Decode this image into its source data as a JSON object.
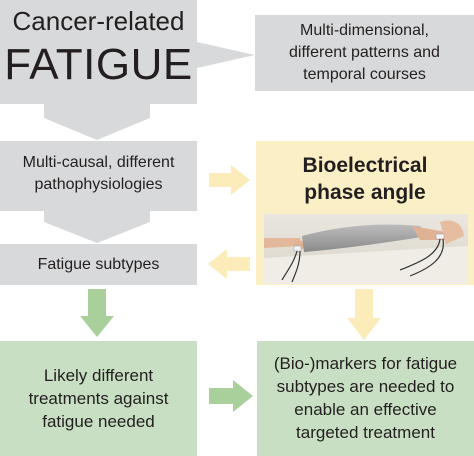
{
  "colors": {
    "gray_box": "#d8d9da",
    "green_box": "#c9dfc4",
    "green_arrow": "#a9cf9b",
    "yellow_box": "#fbefc6",
    "yellow_arrow": "#fcecb9",
    "text": "#231f20"
  },
  "fatigue_box": {
    "line1": "Cancer-related",
    "line2": "FATIGUE"
  },
  "multidimensional_box": {
    "line1": "Multi-dimensional,",
    "line2": "different patterns and",
    "line3": "temporal courses"
  },
  "multicausal_box": {
    "line1": "Multi-causal, different",
    "line2": "pathophysiologies"
  },
  "subtypes_box": {
    "text": "Fatigue subtypes"
  },
  "phase_angle_box": {
    "line1": "Bioelectrical",
    "line2": "phase angle",
    "photo_icon": "patient-lying-with-electrodes"
  },
  "treatments_box": {
    "line1": "Likely different",
    "line2": "treatments against",
    "line3": "fatigue needed"
  },
  "markers_box": {
    "line1": "(Bio-)markers for fatigue",
    "line2": "subtypes are needed to",
    "line3": "enable an effective",
    "line4": "targeted treatment"
  }
}
